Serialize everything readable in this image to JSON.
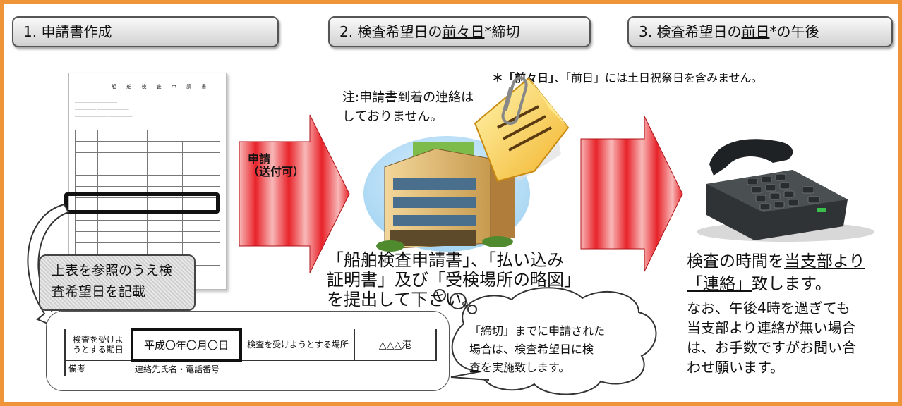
{
  "steps": [
    {
      "plain": "1. 申請書作成"
    },
    {
      "prefix": "2. 検査希望日の",
      "underlined": "前々日",
      "suffix": "*締切"
    },
    {
      "prefix": "3. 検査希望日の",
      "underlined": "前日",
      "suffix": "*の午後"
    }
  ],
  "footnote": {
    "star": "＊",
    "bold": "「前々日」",
    "rest": "、「前日」には土日祝祭日を含みません。"
  },
  "note": {
    "line1": "注:申請書到着の連絡は",
    "line2": "しておりません。"
  },
  "arrow_label": {
    "line1": "申請",
    "line2": "（送付可）"
  },
  "submit_text": {
    "line1": "「船舶検査申請書」、「払い込み",
    "line2": "証明書」及び「受検場所の略図」",
    "line3": "を提出して下さい。"
  },
  "callout_gray": {
    "line1": "上表を参照のうえ検",
    "line2": "査希望日を記載"
  },
  "form_doc_title": "船 舶 検 査 申 請 書",
  "table": {
    "h1": "検査を受けよ",
    "h1b": "うとする期日",
    "date": "平成〇年〇月〇日",
    "h2": "検査を受けようとする場所",
    "place": "△△△港",
    "remarks": "備考",
    "contact": "連絡先氏名・電話番号"
  },
  "cloud": {
    "line1": "「締切」までに申請された",
    "line2": "場合は、検査希望日に検",
    "line3": "査を実施致します。"
  },
  "contact_text": {
    "a": "検査の時間を",
    "a_u": "当支部より",
    "b_u": "「連絡」",
    "b": "致します。",
    "c1": "なお、午後4時を過ぎても",
    "c2": "当支部より連絡が無い場合",
    "c3": "は、お手数ですがお問い合",
    "c4": "わせ願います。"
  },
  "colors": {
    "border": "#f0943a",
    "arrow_red": "#e8232a",
    "arrow_light": "#f8b8b8"
  }
}
